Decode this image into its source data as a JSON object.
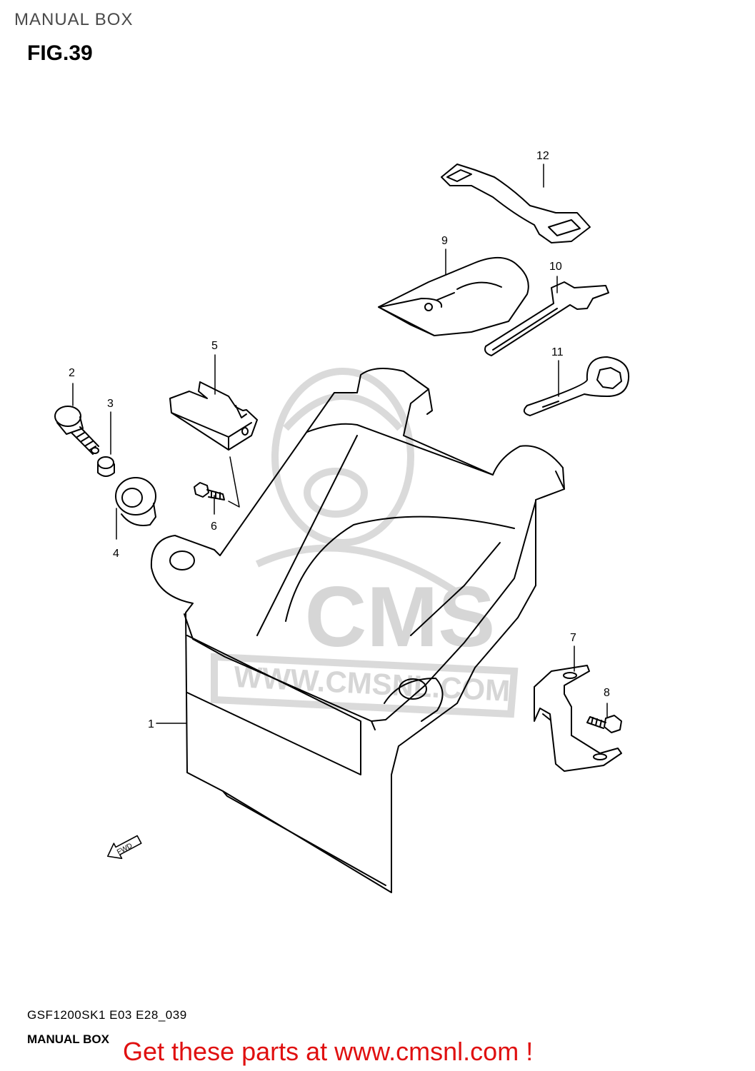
{
  "header": {
    "title": "MANUAL BOX"
  },
  "figure": {
    "label": "FIG.39"
  },
  "callouts": [
    {
      "id": "1",
      "text": "1"
    },
    {
      "id": "2",
      "text": "2"
    },
    {
      "id": "3",
      "text": "3"
    },
    {
      "id": "4",
      "text": "4"
    },
    {
      "id": "5",
      "text": "5"
    },
    {
      "id": "6",
      "text": "6"
    },
    {
      "id": "7",
      "text": "7"
    },
    {
      "id": "8",
      "text": "8"
    },
    {
      "id": "9",
      "text": "9"
    },
    {
      "id": "10",
      "text": "10"
    },
    {
      "id": "11",
      "text": "11"
    },
    {
      "id": "12",
      "text": "12"
    }
  ],
  "fwd_marker": "FWD",
  "watermark": {
    "brand": "CMS",
    "url": "WWW.CMSNL.COM"
  },
  "footer": {
    "model_code": "GSF1200SK1 E03 E28_039",
    "section_label": "MANUAL BOX",
    "cta": "Get these parts at www.cmsnl.com !"
  },
  "colors": {
    "cta": "#e01010",
    "watermark": "#d6d6d6",
    "line": "#000000"
  }
}
